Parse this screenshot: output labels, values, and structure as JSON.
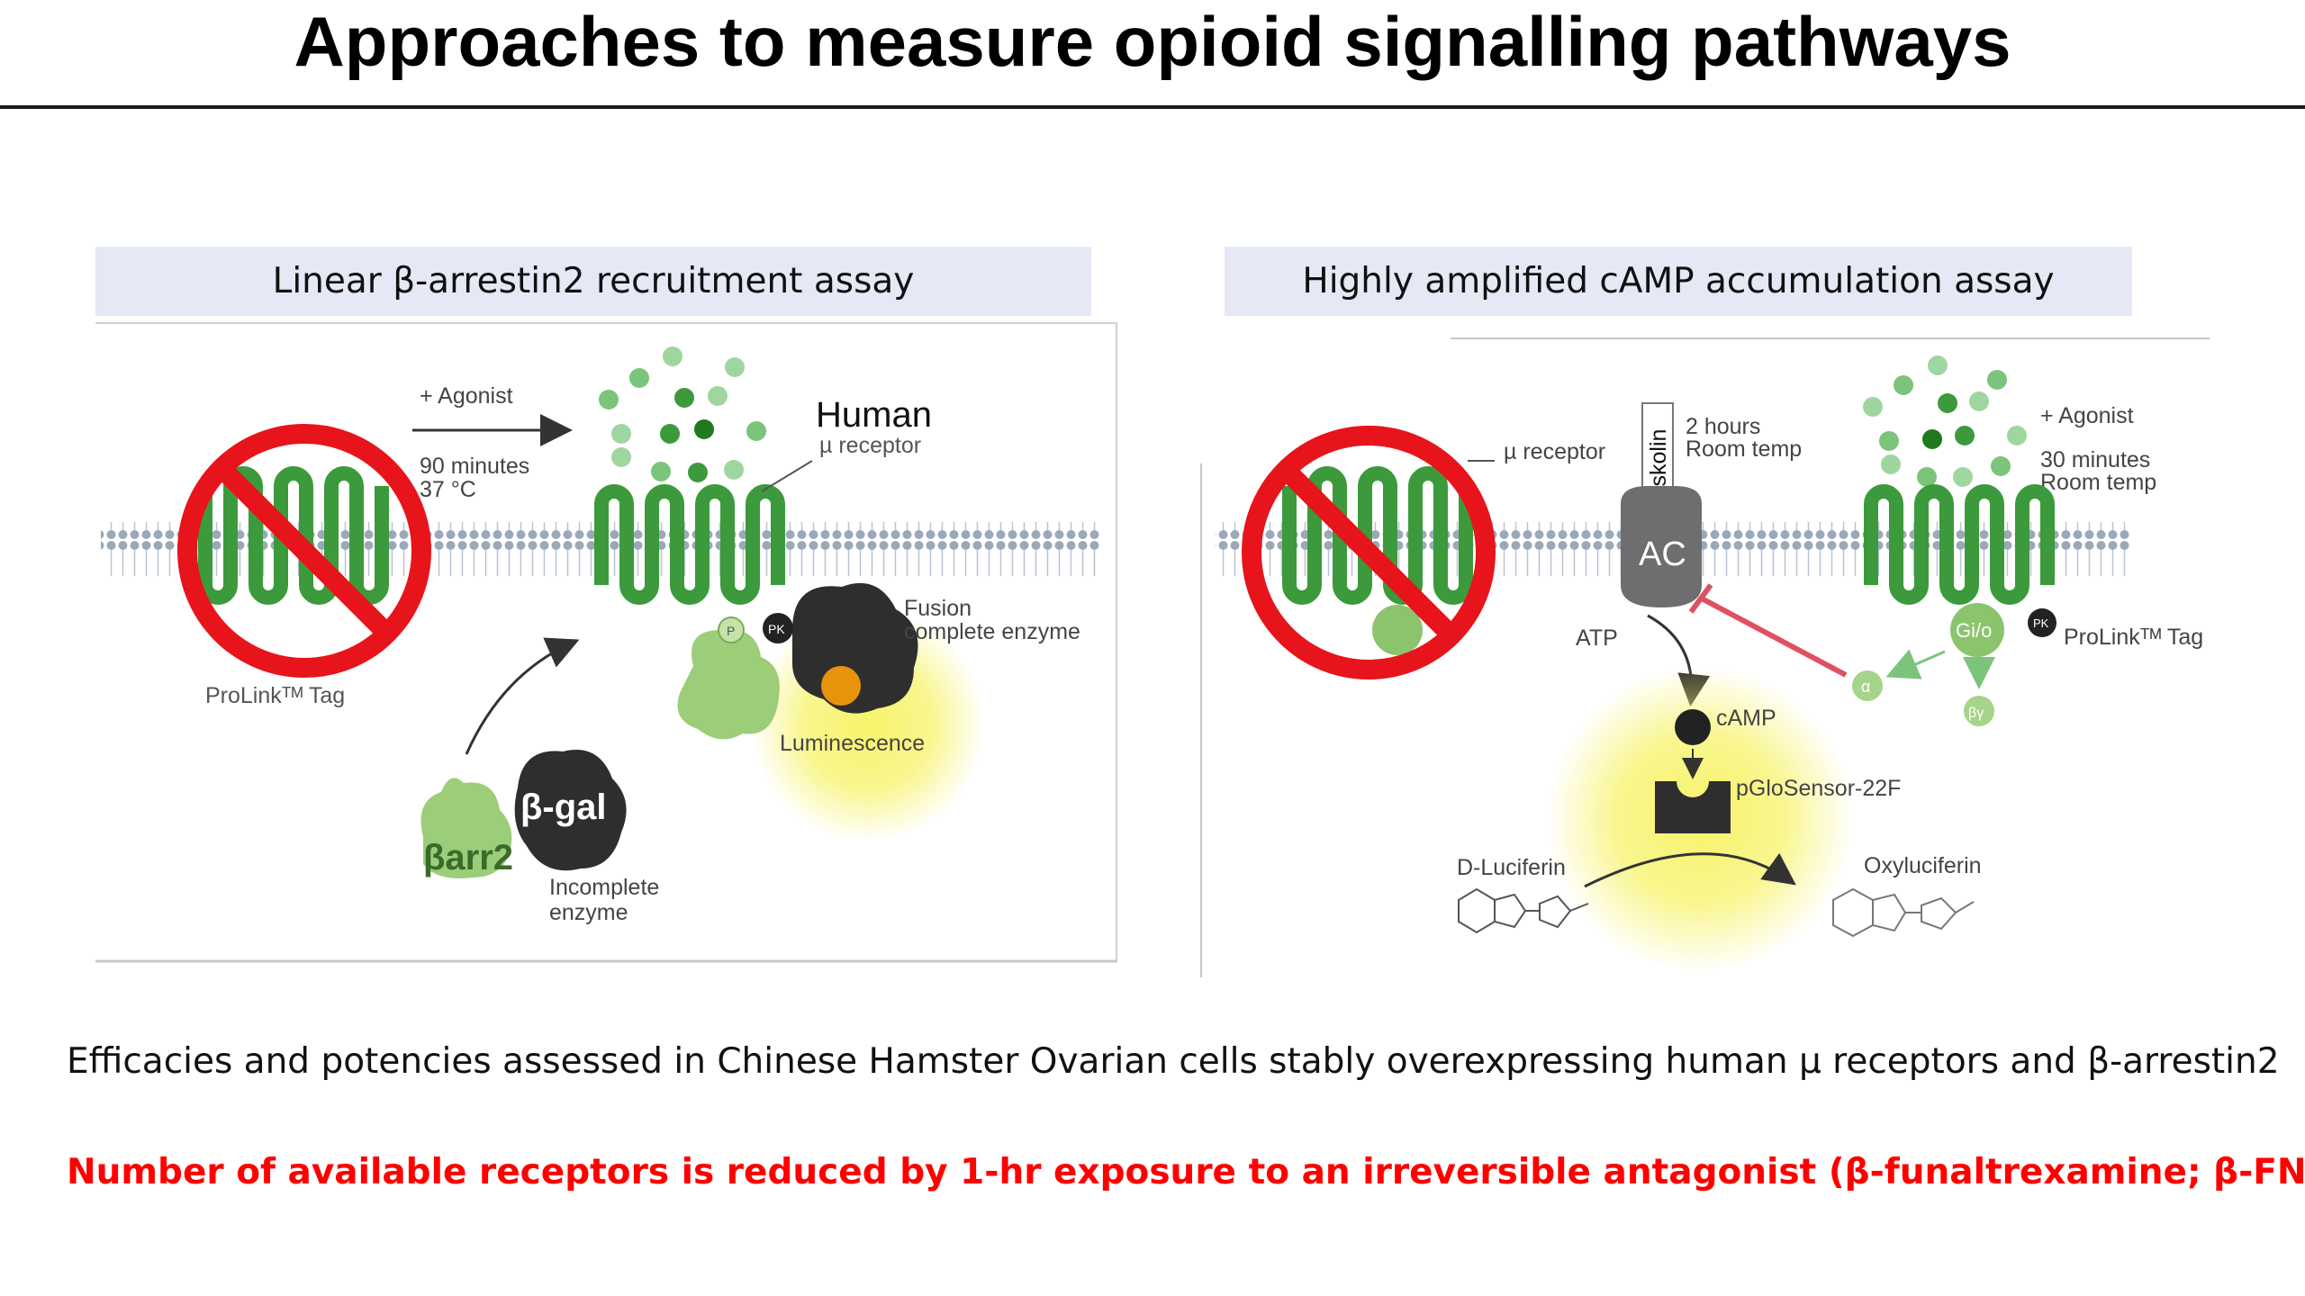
{
  "slide": {
    "title": "Approaches to measure opioid signalling pathways",
    "caption": "Efficacies and potencies assessed in Chinese Hamster Ovarian cells stably overexpressing human µ receptors and β-arrestin2",
    "highlight": "Number of available receptors is reduced by 1-hr exposure to an irreversible antagonist (β-funaltrexamine; β-FNA)"
  },
  "left_panel": {
    "header": "Linear β-arrestin2 recruitment assay",
    "agonist": "+ Agonist",
    "time": "90 minutes",
    "temp": "37 °C",
    "receptor_title": "Human",
    "receptor_sub": "µ receptor",
    "prolink": "ProLinkᵀᴹ Tag",
    "fusion_1": "Fusion",
    "fusion_2": "complete enzyme",
    "luminescence": "Luminescence",
    "bgal": "β-gal",
    "barr2": "βarr2",
    "incomplete_1": "Incomplete",
    "incomplete_2": "enzyme",
    "pk": "PK",
    "p": "P"
  },
  "right_panel": {
    "header": "Highly amplified cAMP accumulation assay",
    "mu_receptor": "µ receptor",
    "forskolin": "Forskolin",
    "hours": "2 hours",
    "room_temp_1": "Room temp",
    "agonist": "+ Agonist",
    "minutes": "30 minutes",
    "room_temp_2": "Room temp",
    "ac": "AC",
    "atp": "ATP",
    "camp": "cAMP",
    "glosensor": "pGloSensor-22F",
    "d_luciferin": "D-Luciferin",
    "oxyluciferin": "Oxyluciferin",
    "gio": "Gi/o",
    "prolink": "ProLinkᵀᴹ Tag",
    "alpha": "α",
    "beta_gamma": "βγ",
    "pk": "PK"
  },
  "colors": {
    "receptor_green": "#3c9a3c",
    "ligand_green": "#7bc47b",
    "prohibition_red": "#e8141b",
    "highlight_text": "#ff0000",
    "header_bg": "#e6e9f5",
    "glow_yellow": "#f7f36a"
  },
  "icons": [
    "prohibition-icon",
    "prohibition-icon",
    "receptor-icon",
    "enzyme-icon",
    "glow-icon"
  ]
}
